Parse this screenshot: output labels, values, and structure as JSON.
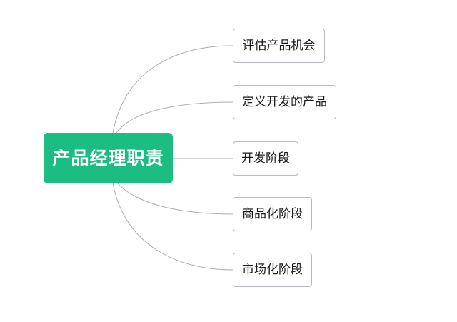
{
  "mindmap": {
    "root": {
      "label": "产品经理职责",
      "color": "#1bbd83"
    },
    "children": [
      {
        "label": "评估产品机会"
      },
      {
        "label": "定义开发的产品"
      },
      {
        "label": "开发阶段"
      },
      {
        "label": "商品化阶段"
      },
      {
        "label": "市场化阶段"
      }
    ],
    "connector_color": "#a9adb2"
  }
}
